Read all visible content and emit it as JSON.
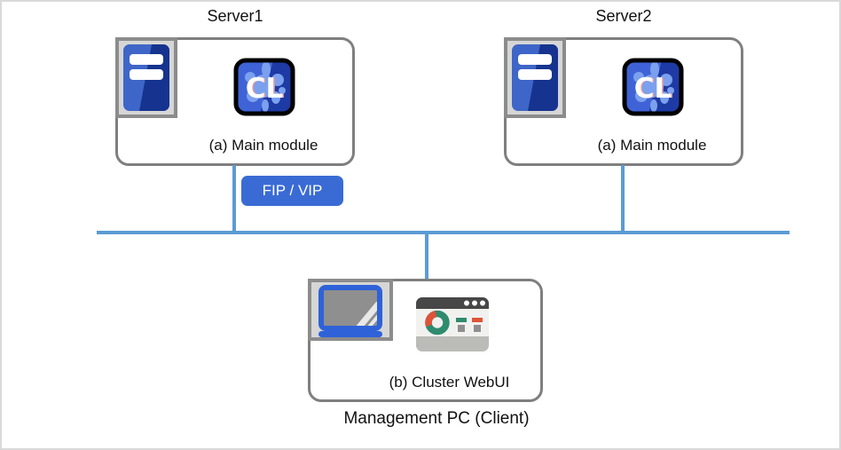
{
  "servers": [
    {
      "title": "Server1",
      "module_label": "(a) Main module"
    },
    {
      "title": "Server2",
      "module_label": "(a) Main module"
    }
  ],
  "badge": {
    "label": "FIP / VIP"
  },
  "management_pc": {
    "module_label": "(b) Cluster WebUI",
    "caption": "Management PC (Client)"
  },
  "icons": {
    "cl_label": "CL",
    "server_tower": "server-tower-icon",
    "cl_app": "cl-app-icon",
    "laptop": "laptop-icon",
    "browser_dashboard": "browser-dashboard-icon"
  },
  "colors": {
    "network_line": "#5b9bd5",
    "box_border": "#7f7f7f",
    "badge_blue": "#3a6bd4",
    "server_blue_light": "#3e66c8",
    "server_blue_dark": "#16348f",
    "cl_blue_light": "#3f63d6",
    "cl_blue_dark": "#1e3aa4",
    "cl_blob": "#7ba0ee",
    "chart_teal": "#2e8b6e",
    "chart_red": "#df5338",
    "laptop_blue": "#2f62d8",
    "icon_square_bg": "#d6d6d6",
    "icon_square_border": "#8c8c8c"
  }
}
